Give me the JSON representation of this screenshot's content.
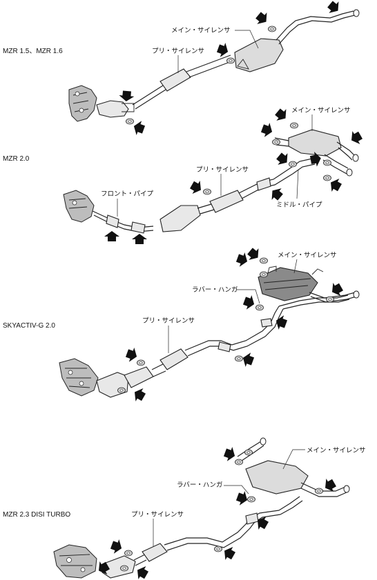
{
  "sections": [
    {
      "engine": "MZR 1.5、MZR 1.6",
      "parts": {
        "main_silencer": "メイン・サイレンサ",
        "pre_silencer": "プリ・サイレンサ"
      }
    },
    {
      "engine": "MZR 2.0",
      "parts": {
        "main_silencer": "メイン・サイレンサ",
        "pre_silencer": "プリ・サイレンサ",
        "front_pipe": "フロント・パイプ",
        "middle_pipe": "ミドル・パイプ"
      }
    },
    {
      "engine": "SKYACTIV-G 2.0",
      "parts": {
        "main_silencer": "メイン・サイレンサ",
        "rubber_hanger": "ラバー・ハンガ",
        "pre_silencer": "プリ・サイレンサ"
      }
    },
    {
      "engine": "MZR 2.3 DISI TURBO",
      "parts": {
        "main_silencer": "メイン・サイレンサ",
        "rubber_hanger": "ラバー・ハンガ",
        "pre_silencer": "プリ・サイレンサ"
      }
    }
  ],
  "icons": {
    "arrow": "pointer-arrow-icon",
    "hanger": "rubber-hanger-icon"
  }
}
